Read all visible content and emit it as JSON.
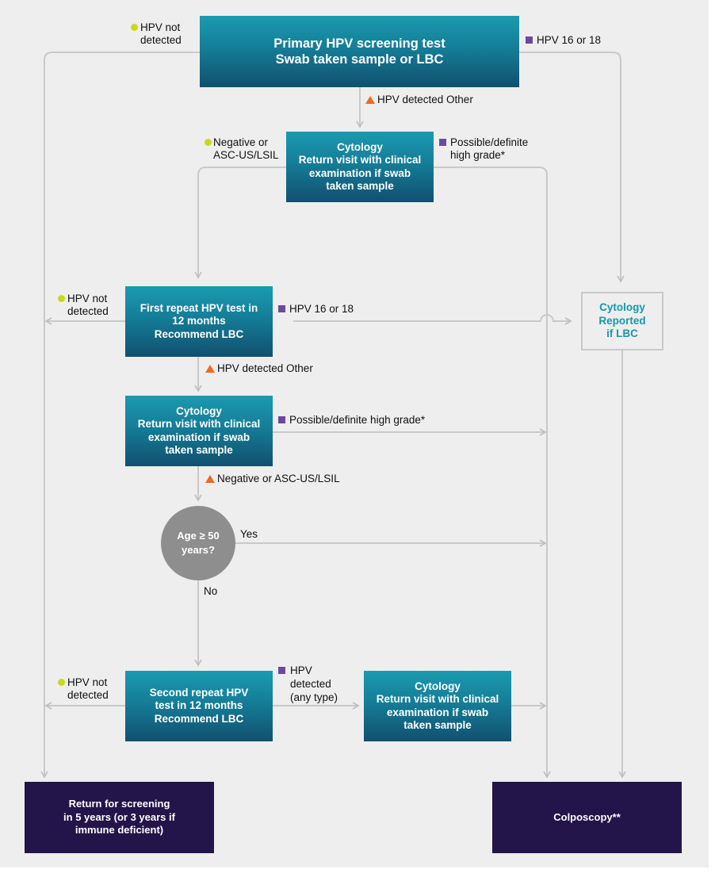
{
  "boxes": {
    "primary": [
      "Primary HPV screening test",
      "Swab taken sample or LBC"
    ],
    "cytology_1": [
      "Cytology",
      "Return visit with clinical",
      "examination if swab",
      "taken sample"
    ],
    "first_repeat": [
      "First repeat HPV test in",
      "12 months",
      "Recommend LBC"
    ],
    "cytology_2": [
      "Cytology",
      "Return visit with clinical",
      "examination if swab",
      "taken sample"
    ],
    "age_check": [
      "Age ≥ 50",
      "years?"
    ],
    "second_repeat": [
      "Second repeat HPV",
      "test in 12 months",
      "Recommend LBC"
    ],
    "cytology_3": [
      "Cytology",
      "Return visit with clinical",
      "examination if swab",
      "taken sample"
    ],
    "cytology_reported": [
      "Cytology",
      "Reported",
      "if LBC"
    ],
    "return_screening": [
      "Return for screening",
      "in 5 years (or 3 years if",
      "immune deficient)"
    ],
    "colposcopy": [
      "Colposcopy**"
    ]
  },
  "labels": {
    "primary_not_detected": [
      "HPV not",
      "detected"
    ],
    "primary_16_18": [
      "HPV 16 or 18"
    ],
    "primary_other": [
      "HPV detected Other"
    ],
    "cyto1_negative": [
      "Negative or",
      "ASC-US/LSIL"
    ],
    "cyto1_high_grade": [
      "Possible/definite",
      "high grade*"
    ],
    "first_not_detected": [
      "HPV not",
      "detected"
    ],
    "first_16_18": [
      "HPV 16 or 18"
    ],
    "first_other": [
      "HPV detected Other"
    ],
    "cyto2_high_grade": [
      "Possible/definite high grade*"
    ],
    "cyto2_negative": [
      "Negative or ASC-US/LSIL"
    ],
    "age_yes": [
      "Yes"
    ],
    "age_no": [
      "No"
    ],
    "second_not_detected": [
      "HPV not",
      "detected"
    ],
    "second_detected": [
      "HPV",
      "detected",
      "(any type)"
    ]
  },
  "colors": {
    "teal_top": "#1a9bb0",
    "teal_bottom": "#11506f",
    "dark_purple": "#23144a",
    "connector": "#c9c9c9",
    "marker_green": "#c9d71f",
    "marker_purple": "#6b4a9e",
    "marker_orange": "#ee6a1e",
    "circle_grey": "#8e8e8e"
  },
  "legend_markers": {
    "circle": "green-dot",
    "square": "purple-square",
    "triangle": "orange-triangle"
  }
}
